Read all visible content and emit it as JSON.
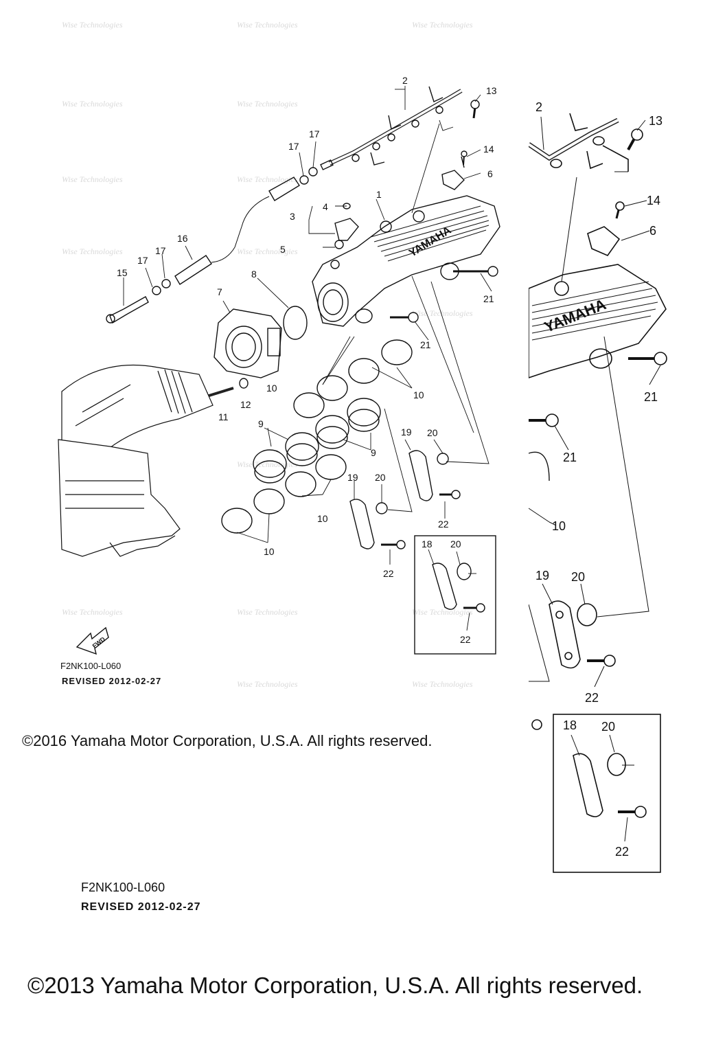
{
  "small_view": {
    "part_labels": [
      "1",
      "2",
      "3",
      "4",
      "5",
      "6",
      "7",
      "8",
      "9",
      "9",
      "10",
      "10",
      "10",
      "10",
      "11",
      "12",
      "13",
      "14",
      "15",
      "16",
      "17",
      "17",
      "17",
      "17",
      "18",
      "19",
      "19",
      "20",
      "20",
      "20",
      "21",
      "21",
      "22",
      "22",
      "22"
    ],
    "fwd_label": "FWD",
    "figure_code": "F2NK100-L060",
    "revised": "REVISED 2012-02-27",
    "copyright": "©2016 Yamaha Motor Corporation, U.S.A. All rights reserved."
  },
  "large_view": {
    "part_labels": [
      "2",
      "13",
      "14",
      "6",
      "21",
      "21",
      "10",
      "19",
      "20",
      "22",
      "18",
      "20",
      "22"
    ],
    "figure_code": "F2NK100-L060",
    "revised": "REVISED 2012-02-27",
    "copyright": "©2013 Yamaha Motor Corporation, U.S.A. All rights reserved."
  },
  "brand_text": "YAMAHA",
  "watermark_text": "Wise Technologies"
}
